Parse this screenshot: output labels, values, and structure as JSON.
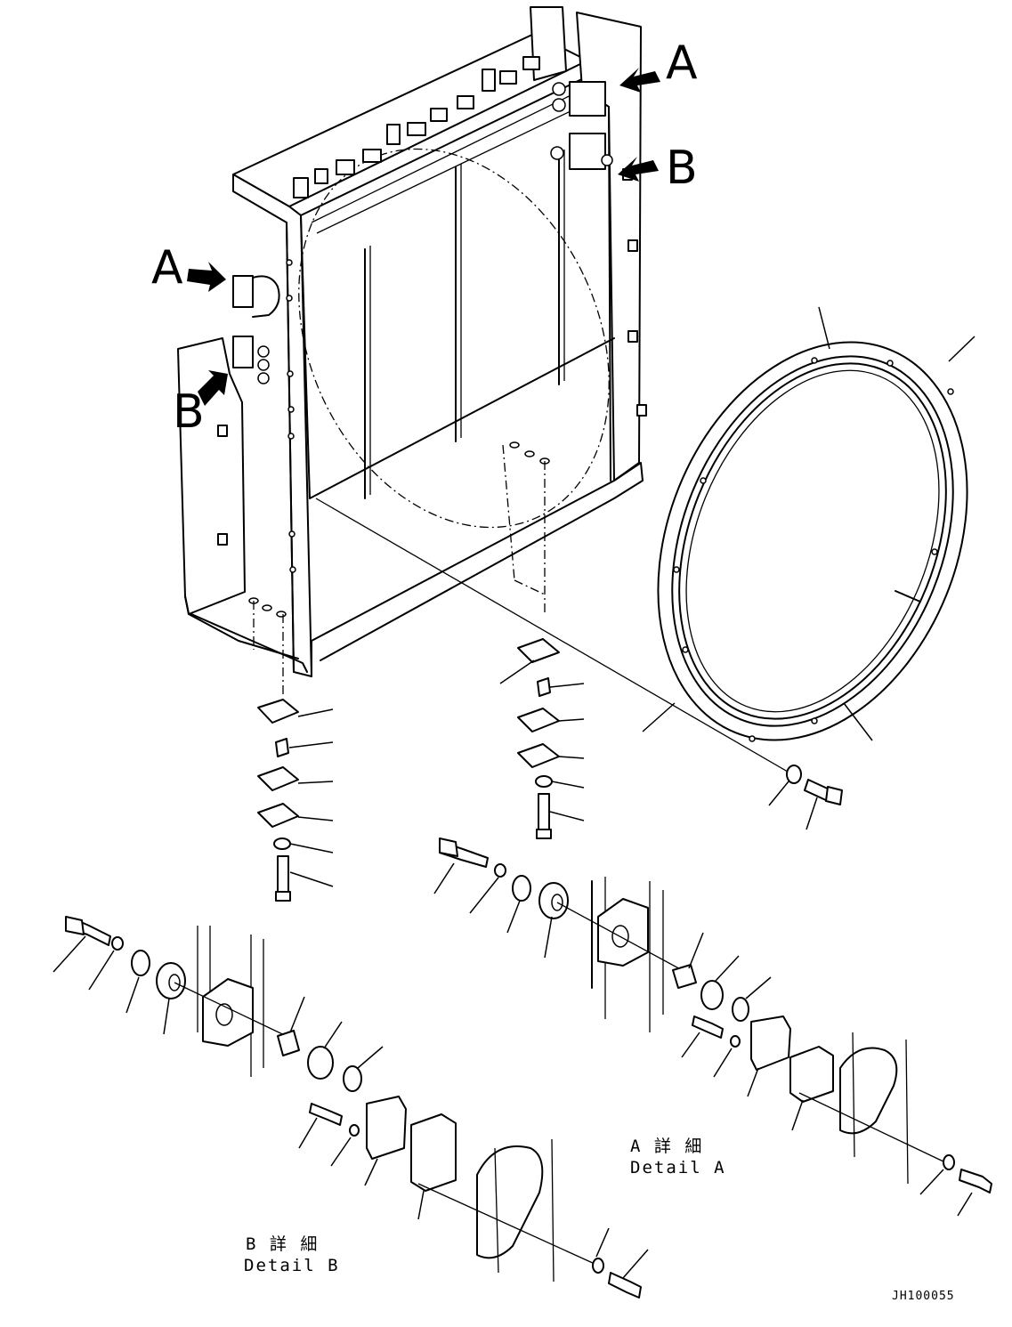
{
  "view_markers": {
    "a_top": "A",
    "b_top": "B",
    "a_left": "A",
    "b_left": "B"
  },
  "detail_a": {
    "jp": "A 詳 細",
    "en": "Detail A"
  },
  "detail_b": {
    "jp": "B 詳 細",
    "en": "Detail B"
  },
  "drawing_code": "JH100055"
}
